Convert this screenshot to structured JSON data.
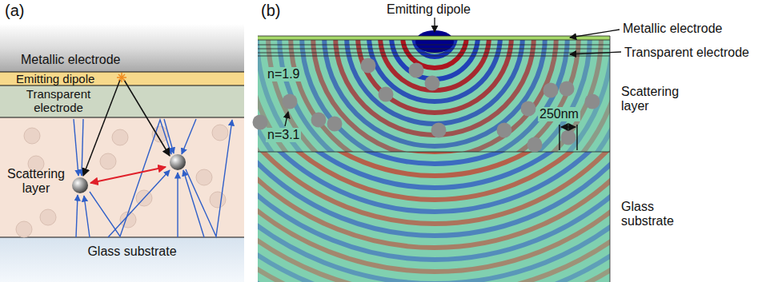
{
  "diagram": {
    "nodes": [
      {
        "text": [
          "Metallic electrode"
        ]
      },
      {
        "text": [
          "Emitting dipole"
        ]
      },
      {
        "text": [
          "Transparent electrode"
        ]
      },
      {
        "text": [
          "Scattering layer"
        ]
      },
      {
        "text": [
          "Glass substrate"
        ]
      }
    ],
    "labels": [
      "(a)",
      "(b)",
      "Emitting dipole",
      "Metallic electrode",
      "Transparent electrode",
      "Scattering layer",
      "Glass substrate",
      "n=1.9",
      "n=3.1",
      "250nm"
    ]
  }
}
